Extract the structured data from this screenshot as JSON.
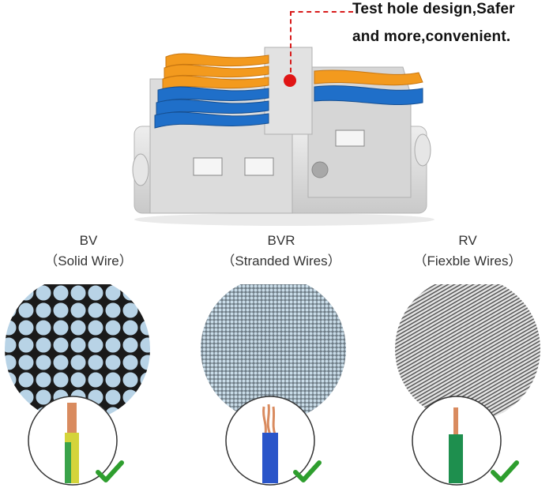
{
  "callout": {
    "line1": "Test hole design,Safer",
    "line2": "and more,convenient."
  },
  "wire_types": [
    {
      "name": "BV",
      "description": "（Solid Wire）"
    },
    {
      "name": "BVR",
      "description": "（Stranded Wires）"
    },
    {
      "name": "RV",
      "description": "（Fiexble Wires）"
    }
  ],
  "colors": {
    "callout_red": "#e01515",
    "check_green": "#2e9e2e",
    "lever_orange": "#f39a1e",
    "lever_blue": "#1f6fc9",
    "housing_grey": "#d9d9d9"
  },
  "icons": [
    "checkmark-icon",
    "checkmark-icon",
    "checkmark-icon"
  ]
}
